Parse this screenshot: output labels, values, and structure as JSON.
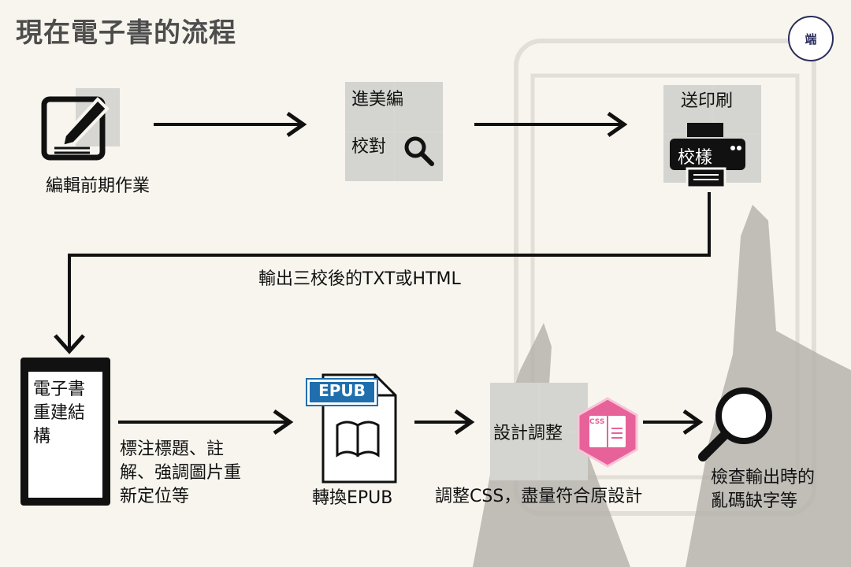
{
  "title": "現在電子書的流程",
  "logo_text": "端",
  "steps": {
    "editing": "編輯前期作業",
    "proof_group": "進美編",
    "proofread": "校對",
    "print": "送印刷",
    "print_proof": "校樣",
    "output": "輸出三校後的TXT或HTML",
    "restructure": "電子書重建結構",
    "restructure_detail": "標注標題、註解、強調圖片重新定位等",
    "convert": "轉換EPUB",
    "epub_badge": "EPUB",
    "design_adjust": "設計調整",
    "css_badge": "CSS",
    "css_adjust": "調整CSS，盡量符合原設計",
    "check": "檢查輸出時的亂碼缺字等"
  },
  "colors": {
    "background": "#f8f5ee",
    "epub_blue": "#1f6fae",
    "css_pink": "#e8629a",
    "arrow": "#111111"
  }
}
